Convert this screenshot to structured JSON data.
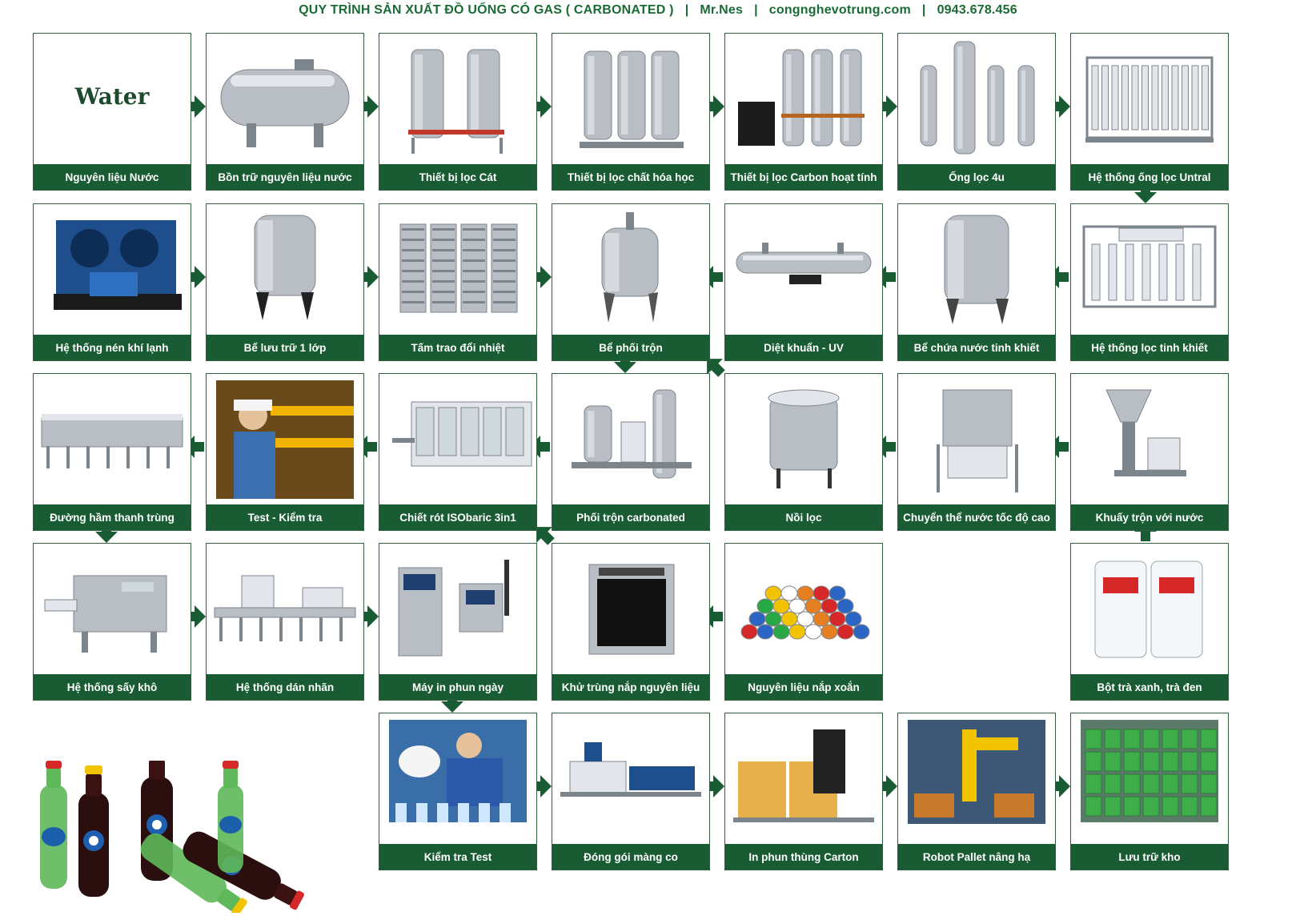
{
  "header": {
    "title": "QUY TRÌNH SẢN XUẤT ĐỒ UỐNG CÓ GAS ( CARBONATED )",
    "author": "Mr.Nes",
    "website": "congnghevotrung.com",
    "phone": "0943.678.456",
    "separator": "|"
  },
  "water_text": "Water",
  "colors": {
    "label_bg": "#195c33",
    "arrow": "#195c33",
    "header_text": "#1b6b35"
  },
  "steps": [
    {
      "id": "s1",
      "label": "Nguyên liệu Nước",
      "icon": "water-text"
    },
    {
      "id": "s2",
      "label": "Bồn trữ nguyên liệu nước",
      "icon": "horizontal-tank-icon"
    },
    {
      "id": "s3",
      "label": "Thiết bị lọc Cát",
      "icon": "sand-filter-icon"
    },
    {
      "id": "s4",
      "label": "Thiết bị lọc chất hóa học",
      "icon": "chemical-filter-icon"
    },
    {
      "id": "s5",
      "label": "Thiết bị lọc Carbon hoạt tính",
      "icon": "carbon-filter-icon"
    },
    {
      "id": "s6",
      "label": "Ống lọc 4u",
      "icon": "cartridge-filter-icon"
    },
    {
      "id": "s7",
      "label": "Hệ thống ống lọc Untral",
      "icon": "ultrafiltration-icon"
    },
    {
      "id": "s8",
      "label": "Hệ thống nén khí lạnh",
      "icon": "compressor-icon"
    },
    {
      "id": "s9",
      "label": "Bể lưu trữ 1 lớp",
      "icon": "storage-tank-icon"
    },
    {
      "id": "s10",
      "label": "Tấm trao đổi nhiệt",
      "icon": "plate-heat-exchanger-icon"
    },
    {
      "id": "s11",
      "label": "Bể phối trộn",
      "icon": "mixing-tank-icon"
    },
    {
      "id": "s12",
      "label": "Diệt khuẩn - UV",
      "icon": "uv-sterilizer-icon"
    },
    {
      "id": "s13",
      "label": "Bể chứa nước tinh khiết",
      "icon": "pure-water-tank-icon"
    },
    {
      "id": "s14",
      "label": "Hệ thống lọc tinh khiết",
      "icon": "ro-system-icon"
    },
    {
      "id": "s15",
      "label": "Đường hầm thanh trùng",
      "icon": "pasteurizer-tunnel-icon"
    },
    {
      "id": "s16",
      "label": "Test - Kiểm tra",
      "icon": "inspection-worker-icon"
    },
    {
      "id": "s17",
      "label": "Chiết rót ISObaric 3in1",
      "icon": "filling-machine-icon"
    },
    {
      "id": "s18",
      "label": "Phối trộn carbonated",
      "icon": "carbonation-mixer-icon"
    },
    {
      "id": "s19",
      "label": "Nồi lọc",
      "icon": "filter-pot-icon"
    },
    {
      "id": "s20",
      "label": "Chuyển thể nước tốc độ cao",
      "icon": "high-speed-dissolver-icon"
    },
    {
      "id": "s21",
      "label": "Khuấy trộn với nước",
      "icon": "powder-mixer-icon"
    },
    {
      "id": "s22",
      "label": "Hệ thống sấy khô",
      "icon": "dryer-icon"
    },
    {
      "id": "s23",
      "label": "Hệ thống dán nhãn",
      "icon": "labeling-machine-icon"
    },
    {
      "id": "s24",
      "label": "Máy in phun ngày",
      "icon": "inkjet-printer-icon"
    },
    {
      "id": "s25",
      "label": "Khử trùng nắp nguyên liệu",
      "icon": "cap-sterilizer-oven-icon"
    },
    {
      "id": "s26",
      "label": "Nguyên liệu nắp xoắn",
      "icon": "screw-caps-icon"
    },
    {
      "id": "s27",
      "label": "Bột trà xanh, trà đen",
      "icon": "sugar-bags-icon"
    },
    {
      "id": "s28",
      "label": "Kiểm tra Test",
      "icon": "quality-test-icon"
    },
    {
      "id": "s29",
      "label": "Đóng gói màng co",
      "icon": "shrink-wrapper-icon"
    },
    {
      "id": "s30",
      "label": "In phun thùng Carton",
      "icon": "carton-printer-icon"
    },
    {
      "id": "s31",
      "label": "Robot Pallet nâng hạ",
      "icon": "palletizing-robot-icon"
    },
    {
      "id": "s32",
      "label": "Lưu trữ kho",
      "icon": "warehouse-icon"
    }
  ],
  "bottles_image": {
    "icon": "soda-bottles-icon"
  }
}
